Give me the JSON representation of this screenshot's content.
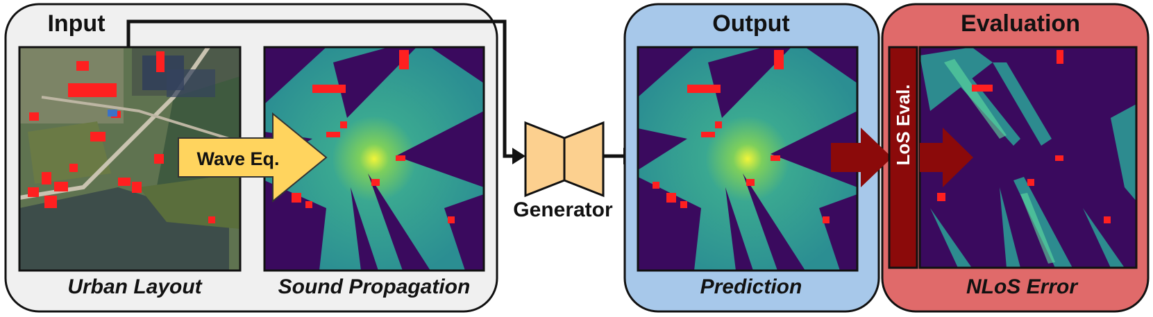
{
  "colors": {
    "input_panel": "#f0f0f0",
    "output_panel": "#a7c8ea",
    "evaluation_panel": "#e06a6a",
    "building_red": "#ff2020",
    "field_dark": "#3a0a5e",
    "field_teal": "#2c9a95",
    "field_yellow": "#e8f23a",
    "wave_arrow": "#ffd45e",
    "generator": "#fcd08f",
    "dark_red_arrow": "#8b0a0a"
  },
  "panels": {
    "input": {
      "title": "Input"
    },
    "output": {
      "title": "Output"
    },
    "evaluation": {
      "title": "Evaluation"
    }
  },
  "images": {
    "urban_layout": {
      "caption": "Urban Layout"
    },
    "sound_propagation": {
      "caption": "Sound Propagation"
    },
    "prediction": {
      "caption": "Prediction"
    },
    "nlos_error": {
      "caption": "NLoS Error"
    }
  },
  "arrows": {
    "wave_eq": {
      "label": "Wave Eq."
    }
  },
  "generator": {
    "label": "Generator"
  },
  "los_eval": {
    "label": "LoS Eval."
  }
}
